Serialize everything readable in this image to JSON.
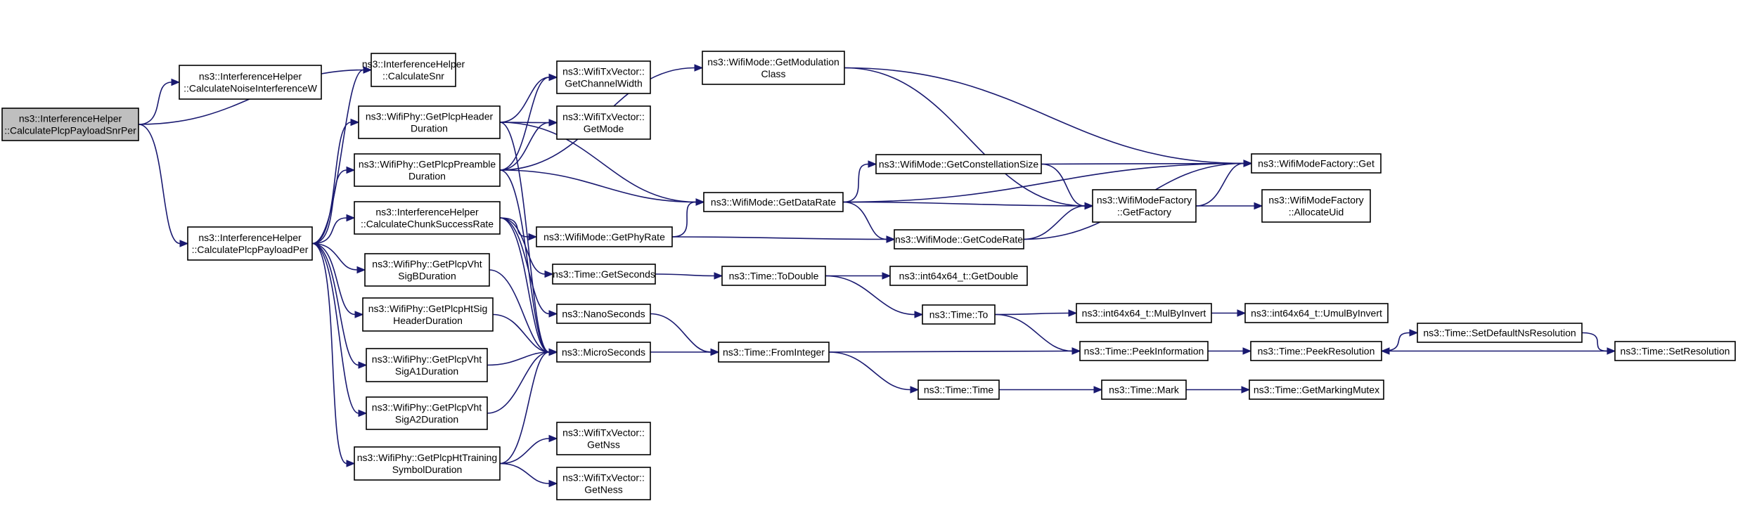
{
  "nodes": [
    {
      "id": "payload_snr_per",
      "lines": [
        "ns3::InterferenceHelper",
        "::CalculatePlcpPayloadSnrPer"
      ],
      "root": true
    },
    {
      "id": "noise_w",
      "lines": [
        "ns3::InterferenceHelper",
        "::CalculateNoiseInterferenceW"
      ]
    },
    {
      "id": "payload_per",
      "lines": [
        "ns3::InterferenceHelper",
        "::CalculatePlcpPayloadPer"
      ]
    },
    {
      "id": "calc_snr",
      "lines": [
        "ns3::InterferenceHelper",
        "::CalculateSnr"
      ]
    },
    {
      "id": "header_duration",
      "lines": [
        "ns3::WifiPhy::GetPlcpHeader",
        "Duration"
      ]
    },
    {
      "id": "preamble_duration",
      "lines": [
        "ns3::WifiPhy::GetPlcpPreamble",
        "Duration"
      ]
    },
    {
      "id": "chunk_success",
      "lines": [
        "ns3::InterferenceHelper",
        "::CalculateChunkSuccessRate"
      ]
    },
    {
      "id": "vht_sigb",
      "lines": [
        "ns3::WifiPhy::GetPlcpVht",
        "SigBDuration"
      ]
    },
    {
      "id": "ht_sig_header",
      "lines": [
        "ns3::WifiPhy::GetPlcpHtSig",
        "HeaderDuration"
      ]
    },
    {
      "id": "vht_siga1",
      "lines": [
        "ns3::WifiPhy::GetPlcpVht",
        "SigA1Duration"
      ]
    },
    {
      "id": "vht_siga2",
      "lines": [
        "ns3::WifiPhy::GetPlcpVht",
        "SigA2Duration"
      ]
    },
    {
      "id": "ht_training",
      "lines": [
        "ns3::WifiPhy::GetPlcpHtTraining",
        "SymbolDuration"
      ]
    },
    {
      "id": "channel_width",
      "lines": [
        "ns3::WifiTxVector::",
        "GetChannelWidth"
      ]
    },
    {
      "id": "get_mode",
      "lines": [
        "ns3::WifiTxVector::",
        "GetMode"
      ]
    },
    {
      "id": "modulation_class",
      "lines": [
        "ns3::WifiMode::GetModulation",
        "Class"
      ]
    },
    {
      "id": "data_rate",
      "lines": [
        "ns3::WifiMode::GetDataRate"
      ]
    },
    {
      "id": "phy_rate",
      "lines": [
        "ns3::WifiMode::GetPhyRate"
      ]
    },
    {
      "id": "get_seconds",
      "lines": [
        "ns3::Time::GetSeconds"
      ]
    },
    {
      "id": "nanoseconds",
      "lines": [
        "ns3::NanoSeconds"
      ]
    },
    {
      "id": "microseconds",
      "lines": [
        "ns3::MicroSeconds"
      ]
    },
    {
      "id": "get_nss",
      "lines": [
        "ns3::WifiTxVector::",
        "GetNss"
      ]
    },
    {
      "id": "get_ness",
      "lines": [
        "ns3::WifiTxVector::",
        "GetNess"
      ]
    },
    {
      "id": "constellation",
      "lines": [
        "ns3::WifiMode::GetConstellationSize"
      ]
    },
    {
      "id": "code_rate",
      "lines": [
        "ns3::WifiMode::GetCodeRate"
      ]
    },
    {
      "id": "factory_get",
      "lines": [
        "ns3::WifiModeFactory::Get"
      ]
    },
    {
      "id": "get_factory",
      "lines": [
        "ns3::WifiModeFactory",
        "::GetFactory"
      ]
    },
    {
      "id": "allocate_uid",
      "lines": [
        "ns3::WifiModeFactory",
        "::AllocateUid"
      ]
    },
    {
      "id": "to_double",
      "lines": [
        "ns3::Time::ToDouble"
      ]
    },
    {
      "id": "int64_get_double",
      "lines": [
        "ns3::int64x64_t::GetDouble"
      ]
    },
    {
      "id": "time_to",
      "lines": [
        "ns3::Time::To"
      ]
    },
    {
      "id": "mul_by_invert",
      "lines": [
        "ns3::int64x64_t::MulByInvert"
      ]
    },
    {
      "id": "umul_by_invert",
      "lines": [
        "ns3::int64x64_t::UmulByInvert"
      ]
    },
    {
      "id": "from_integer",
      "lines": [
        "ns3::Time::FromInteger"
      ]
    },
    {
      "id": "peek_information",
      "lines": [
        "ns3::Time::PeekInformation"
      ]
    },
    {
      "id": "peek_resolution",
      "lines": [
        "ns3::Time::PeekResolution"
      ]
    },
    {
      "id": "set_default_ns",
      "lines": [
        "ns3::Time::SetDefaultNsResolution"
      ]
    },
    {
      "id": "set_resolution",
      "lines": [
        "ns3::Time::SetResolution"
      ]
    },
    {
      "id": "time_time",
      "lines": [
        "ns3::Time::Time"
      ]
    },
    {
      "id": "time_mark",
      "lines": [
        "ns3::Time::Mark"
      ]
    },
    {
      "id": "marking_mutex",
      "lines": [
        "ns3::Time::GetMarkingMutex"
      ]
    }
  ],
  "edges": [
    [
      "payload_snr_per",
      "noise_w"
    ],
    [
      "payload_snr_per",
      "calc_snr"
    ],
    [
      "payload_snr_per",
      "payload_per"
    ],
    [
      "payload_per",
      "calc_snr"
    ],
    [
      "payload_per",
      "header_duration"
    ],
    [
      "payload_per",
      "preamble_duration"
    ],
    [
      "payload_per",
      "chunk_success"
    ],
    [
      "payload_per",
      "vht_sigb"
    ],
    [
      "payload_per",
      "ht_sig_header"
    ],
    [
      "payload_per",
      "vht_siga1"
    ],
    [
      "payload_per",
      "vht_siga2"
    ],
    [
      "payload_per",
      "ht_training"
    ],
    [
      "header_duration",
      "channel_width"
    ],
    [
      "header_duration",
      "get_mode"
    ],
    [
      "header_duration",
      "microseconds"
    ],
    [
      "header_duration",
      "data_rate"
    ],
    [
      "preamble_duration",
      "channel_width"
    ],
    [
      "preamble_duration",
      "get_mode"
    ],
    [
      "preamble_duration",
      "modulation_class"
    ],
    [
      "preamble_duration",
      "data_rate"
    ],
    [
      "preamble_duration",
      "microseconds"
    ],
    [
      "chunk_success",
      "phy_rate"
    ],
    [
      "chunk_success",
      "get_seconds"
    ],
    [
      "chunk_success",
      "nanoseconds"
    ],
    [
      "chunk_success",
      "microseconds"
    ],
    [
      "vht_sigb",
      "microseconds"
    ],
    [
      "ht_sig_header",
      "microseconds"
    ],
    [
      "vht_siga1",
      "microseconds"
    ],
    [
      "vht_siga2",
      "microseconds"
    ],
    [
      "ht_training",
      "microseconds"
    ],
    [
      "ht_training",
      "get_nss"
    ],
    [
      "ht_training",
      "get_ness"
    ],
    [
      "modulation_class",
      "factory_get"
    ],
    [
      "modulation_class",
      "get_factory"
    ],
    [
      "data_rate",
      "constellation"
    ],
    [
      "data_rate",
      "get_factory"
    ],
    [
      "data_rate",
      "code_rate"
    ],
    [
      "data_rate",
      "factory_get"
    ],
    [
      "phy_rate",
      "data_rate"
    ],
    [
      "phy_rate",
      "code_rate"
    ],
    [
      "constellation",
      "factory_get"
    ],
    [
      "constellation",
      "get_factory"
    ],
    [
      "code_rate",
      "get_factory"
    ],
    [
      "code_rate",
      "factory_get"
    ],
    [
      "get_factory",
      "factory_get"
    ],
    [
      "get_factory",
      "allocate_uid"
    ],
    [
      "get_seconds",
      "to_double"
    ],
    [
      "to_double",
      "int64_get_double"
    ],
    [
      "to_double",
      "time_to"
    ],
    [
      "time_to",
      "mul_by_invert"
    ],
    [
      "time_to",
      "peek_information"
    ],
    [
      "mul_by_invert",
      "umul_by_invert"
    ],
    [
      "nanoseconds",
      "from_integer"
    ],
    [
      "microseconds",
      "from_integer"
    ],
    [
      "from_integer",
      "peek_information"
    ],
    [
      "from_integer",
      "time_time"
    ],
    [
      "peek_information",
      "peek_resolution"
    ],
    [
      "peek_resolution",
      "set_default_ns"
    ],
    [
      "set_default_ns",
      "set_resolution"
    ],
    [
      "set_resolution",
      "peek_resolution"
    ],
    [
      "time_time",
      "time_mark"
    ],
    [
      "time_mark",
      "marking_mutex"
    ]
  ]
}
